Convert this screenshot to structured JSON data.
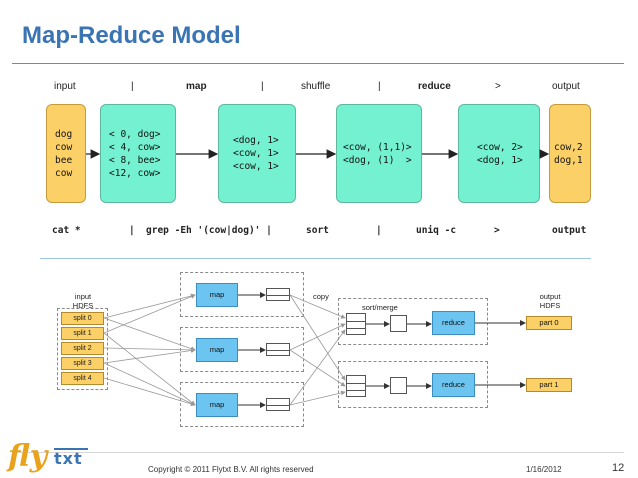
{
  "title": "Map-Reduce Model",
  "pipeline": {
    "headers": [
      "input",
      "|",
      "map",
      "|",
      "shuffle",
      "|",
      "reduce",
      ">",
      "output"
    ],
    "input_lines": [
      "dog",
      "cow",
      "bee",
      "cow"
    ],
    "map_input_lines": [
      "< 0, dog>",
      "< 4, cow>",
      "< 8, bee>",
      "<12, cow>"
    ],
    "map_output_lines": [
      "<dog, 1>",
      "<cow, 1>",
      "",
      "<cow, 1>"
    ],
    "shuffle_lines": [
      "<cow, (1,1)>",
      "<dog, (1)  >"
    ],
    "reduce_lines": [
      "<cow, 2>",
      "<dog, 1>"
    ],
    "output_lines": [
      "cow,2",
      "dog,1"
    ],
    "commands": [
      "cat *",
      "|",
      "grep -Eh '(cow|dog)' |",
      "sort",
      "|",
      "uniq -c",
      ">",
      "output"
    ]
  },
  "hadoop": {
    "input_label": "input\nHDFS",
    "splits": [
      "split 0",
      "split 1",
      "split 2",
      "split 3",
      "split 4"
    ],
    "map_label": "map",
    "copy_label": "copy",
    "sort_merge_label": "sort/merge",
    "reduce_label": "reduce",
    "output_label": "output\nHDFS",
    "parts": [
      "part 0",
      "part 1"
    ]
  },
  "footer": {
    "copyright": "Copyright © 2011 Flytxt B.V. All rights reserved",
    "date": "1/16/2012",
    "page": "12"
  },
  "logo": {
    "text": "fly",
    "text2": "txt"
  },
  "colors": {
    "accent": "#3a74b5",
    "teal": "#74f1d0",
    "orange": "#fbd067",
    "blue": "#6cc5f0"
  }
}
